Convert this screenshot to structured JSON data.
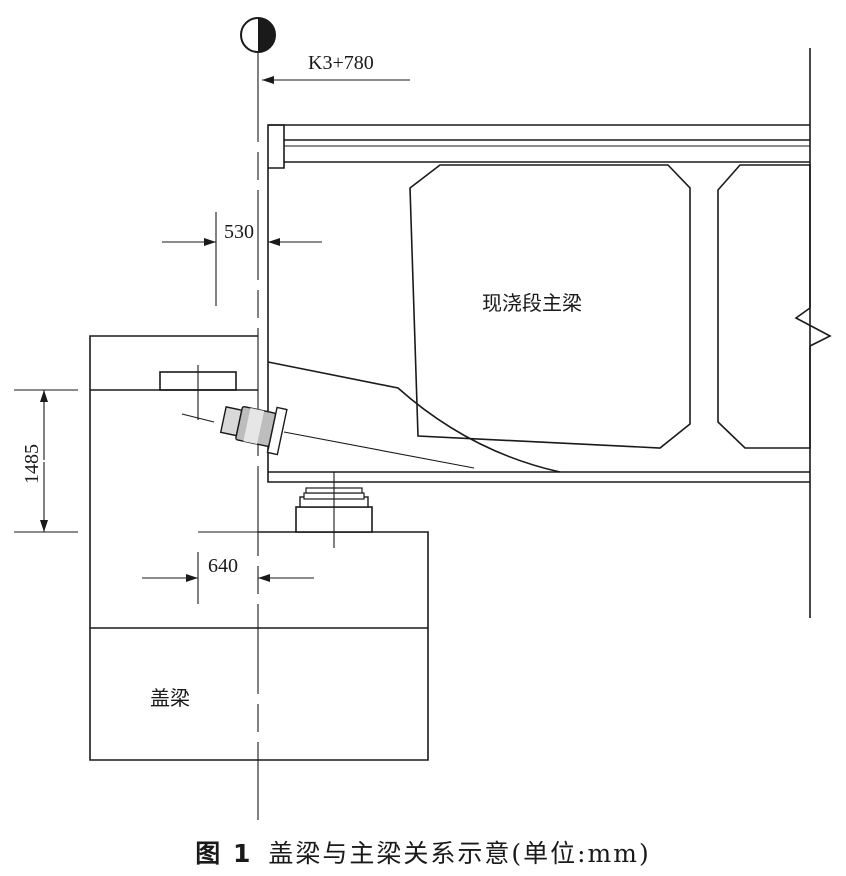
{
  "station": "K3+780",
  "dimensions": {
    "offset_top": "530",
    "height_left": "1485",
    "offset_bottom": "640"
  },
  "labels": {
    "girder": "现浇段主梁",
    "cap_beam": "盖梁"
  },
  "caption": {
    "figure_no": "图 1",
    "text": "盖梁与主梁关系示意(单位:mm)"
  }
}
